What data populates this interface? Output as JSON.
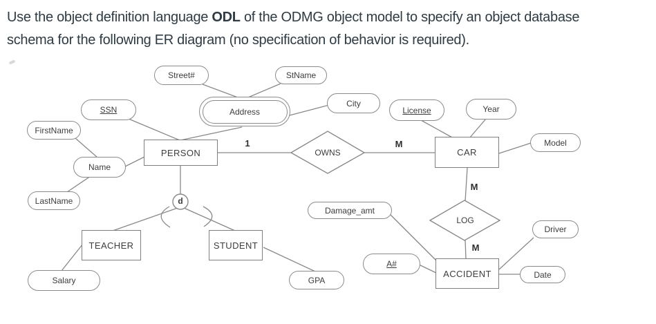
{
  "header": {
    "line1_pre": "Use the object definition language ",
    "line1_bold": "ODL",
    "line1_post": " of the ODMG object model to specify an object database",
    "line2": "schema for the following ER diagram (no specification of behavior is required)."
  },
  "diagram": {
    "entities": {
      "person": "PERSON",
      "teacher": "TEACHER",
      "student": "STUDENT",
      "car": "CAR",
      "accident": "ACCIDENT"
    },
    "relationships": {
      "owns": "OWNS",
      "log": "LOG"
    },
    "attributes": {
      "street": "Street#",
      "stname": "StName",
      "ssn": "SSN",
      "address": "Address",
      "city": "City",
      "firstname": "FirstName",
      "name": "Name",
      "lastname": "LastName",
      "license": "License",
      "year": "Year",
      "model": "Model",
      "damage": "Damage_amt",
      "driver": "Driver",
      "anum": "A#",
      "date": "Date",
      "salary": "Salary",
      "gpa": "GPA"
    },
    "cardinalities": {
      "person_owns": "1",
      "owns_car": "M",
      "car_log": "M",
      "log_accident": "M"
    },
    "isa_label": "d",
    "colors": {
      "wire": "#888888",
      "shape_border": "#8a8a8a",
      "shape_text": "#3c3c3c",
      "header_text": "#2d3b45"
    }
  }
}
